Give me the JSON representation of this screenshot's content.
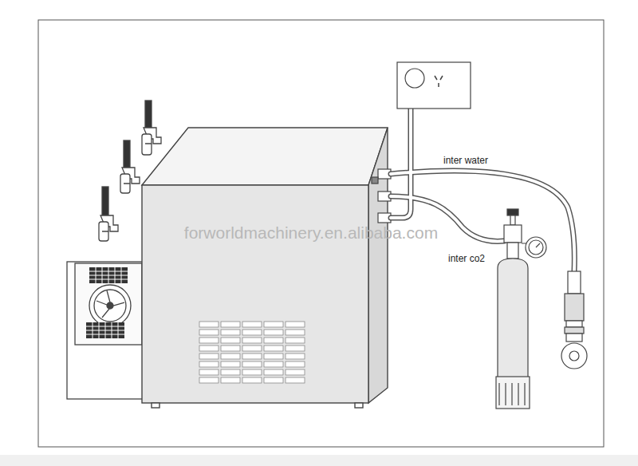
{
  "diagram": {
    "labels": [
      "inter water",
      "inter co2",
      "forworldmachinery.en.alibaba.com"
    ]
  }
}
